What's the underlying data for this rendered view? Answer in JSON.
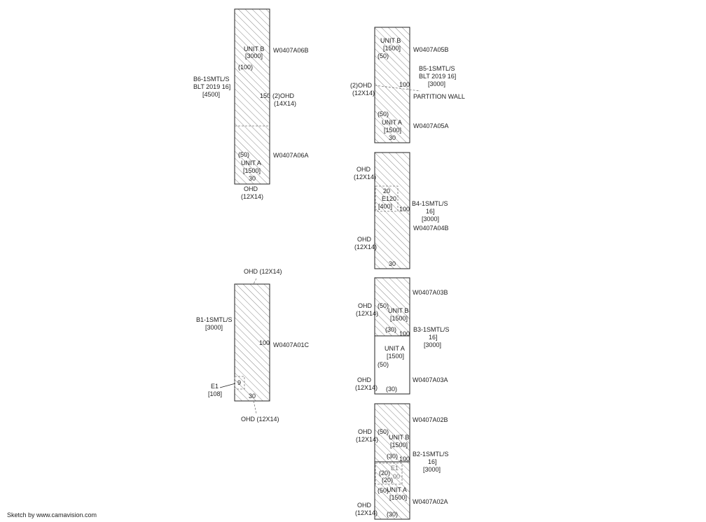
{
  "footer": "Sketch by www.camavision.com",
  "b6": {
    "unit_b": "UNIT B",
    "unit_b_area": "[3000]",
    "p100": "(100)",
    "desc1": "B6-1SMTL/S",
    "desc2": "BLT 2019 16]",
    "desc_area": "[4500]",
    "n150": "150",
    "ohd_a": "(2)OHD",
    "ohd_a_size": "(14X14)",
    "id_b": "W0407A06B",
    "id_a": "W0407A06A",
    "p50": "(50)",
    "unit_a": "UNIT A",
    "unit_a_area": "[1500]",
    "n30": "30",
    "ohd_b": "OHD",
    "ohd_b_size": "(12X14)"
  },
  "b5": {
    "unit_b": "UNIT B",
    "unit_b_area": "[1500]",
    "p50b": "(50)",
    "id_b": "W0407A05B",
    "desc1": "B5-1SMTL/S",
    "desc2": "BLT 2019 16]",
    "desc_area": "[3000]",
    "ohd": "(2)OHD",
    "ohd_size": "(12X14)",
    "n100": "100",
    "partition": "PARTITION WALL",
    "p50a": "(50)",
    "unit_a": "UNIT A",
    "unit_a_area": "[1500]",
    "n30": "30",
    "id_a": "W0407A05A"
  },
  "b4": {
    "ohd1": "OHD",
    "ohd1_size": "(12X14)",
    "n20": "20",
    "e120": "E120",
    "e_area": "[400]",
    "desc1": "B4-1SMTL/S",
    "desc2": "16]",
    "desc_area": "[3000]",
    "n100": "100",
    "id": "W0407A04B",
    "ohd2": "OHD",
    "ohd2_size": "(12X14)",
    "n30": "30"
  },
  "b1": {
    "ohd_top": "OHD (12X14)",
    "desc1": "B1-1SMTL/S",
    "desc_area": "[3000]",
    "n100": "100",
    "id": "W0407A01C",
    "e1": "E1",
    "e1_area": "[108]",
    "n9": "9",
    "n30": "30",
    "ohd_bottom": "OHD (12X14)"
  },
  "b3": {
    "id_b": "W0407A03B",
    "ohd1": "OHD",
    "ohd1_size": "(12X14)",
    "p50b": "(50)",
    "unit_b": "UNIT B",
    "unit_b_area": "[1500]",
    "p30b": "(30)",
    "n100": "100",
    "desc1": "B3-1SMTL/S",
    "desc2": "16]",
    "desc_area": "[3000]",
    "unit_a": "UNIT A",
    "unit_a_area": "[1500]",
    "p50a": "(50)",
    "ohd2": "OHD",
    "ohd2_size": "(12X14)",
    "p30a": "(30)",
    "id_a": "W0407A03A"
  },
  "b2": {
    "id_b": "W0407A02B",
    "ohd1": "OHD",
    "ohd1_size": "(12X14)",
    "p50b": "(50)",
    "unit_b": "UNIT B",
    "unit_b_area": "[1500]",
    "p30b": "(30)",
    "n100": "100",
    "desc1": "B2-1SMTL/S",
    "desc2": "16]",
    "desc_area": "[3000]",
    "e1": "E1",
    "n00": "00",
    "p20a": "(20)",
    "p20b": "(20)",
    "p50a": "(50)",
    "unit_a": "UNIT A",
    "unit_a_area": "[1500]",
    "ohd2": "OHD",
    "ohd2_size": "(12X14)",
    "p30a": "(30)",
    "id_a": "W0407A02A"
  }
}
